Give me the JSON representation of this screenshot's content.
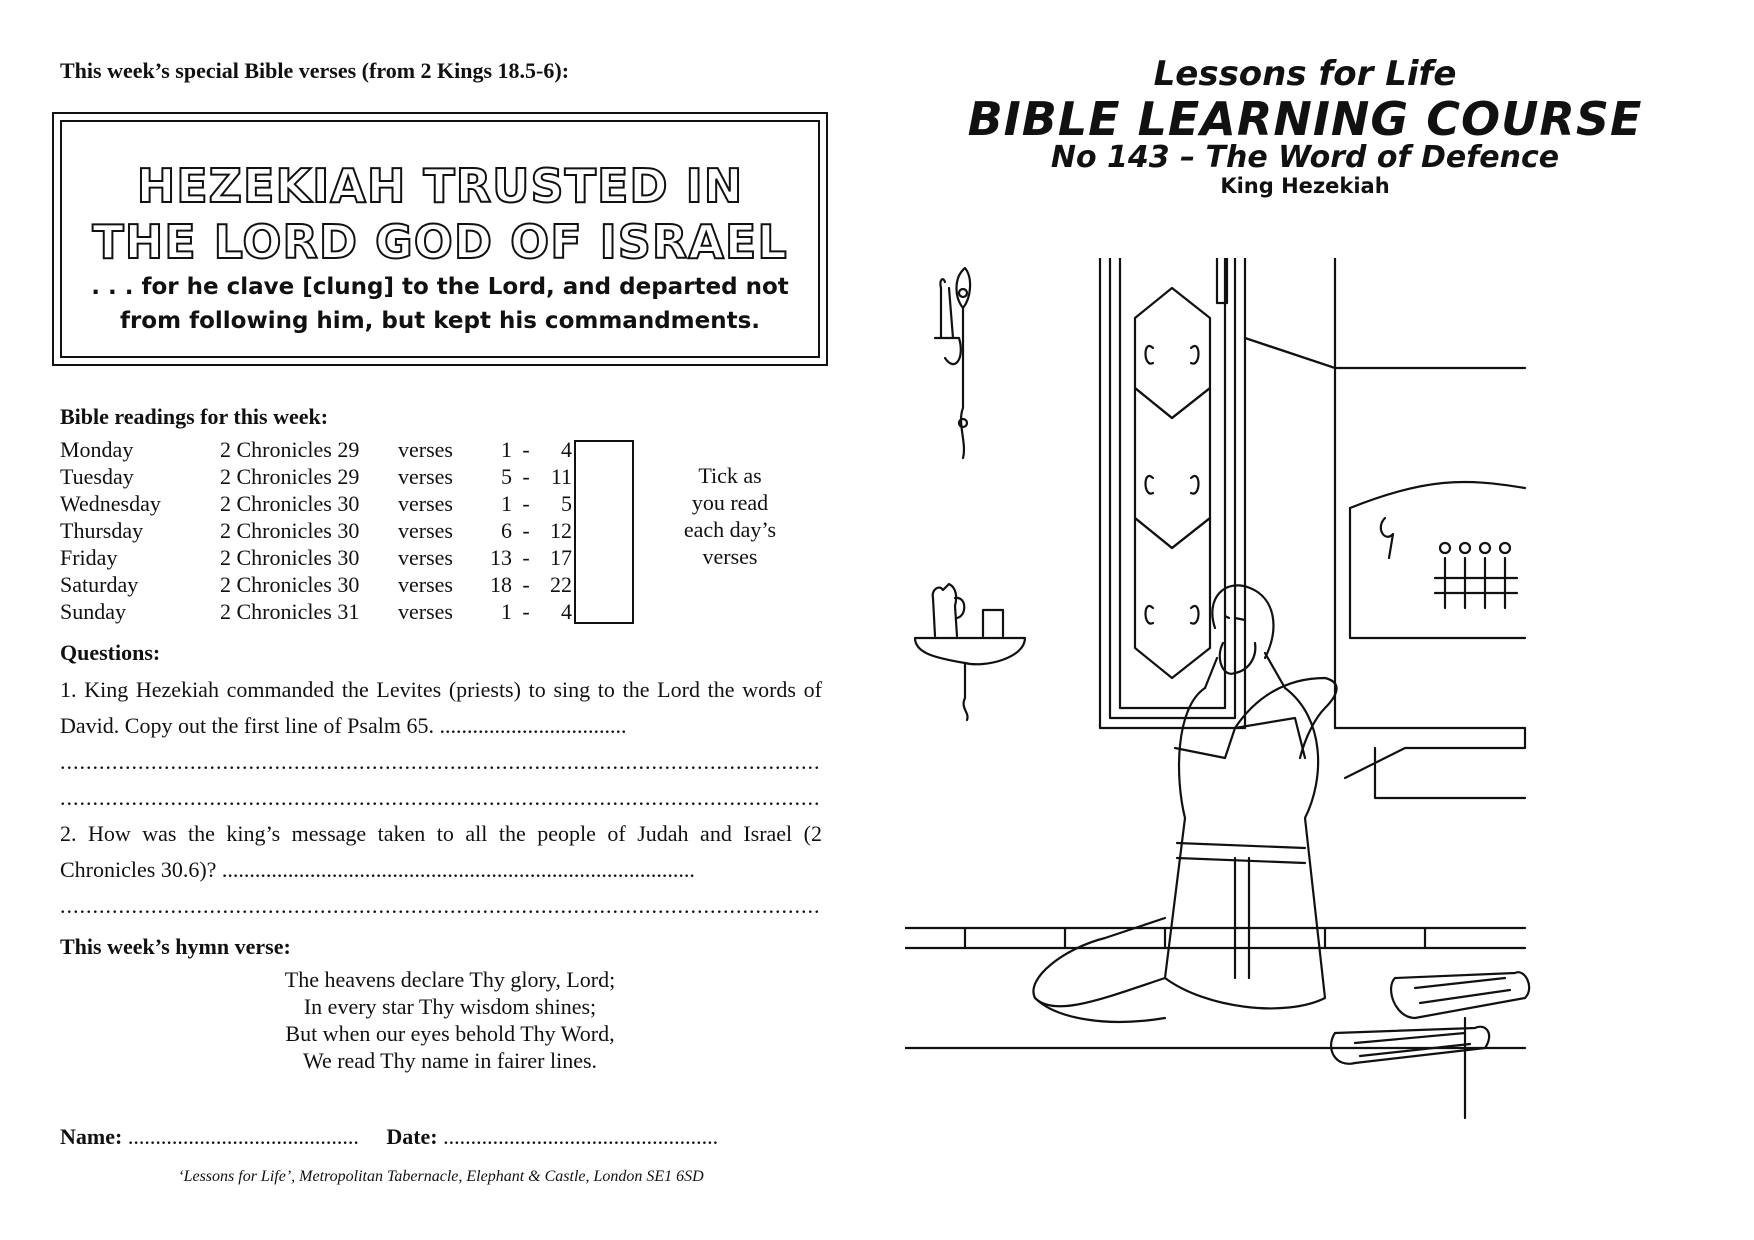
{
  "left": {
    "verses_heading": "This week’s special Bible verses (from 2 Kings 18.5-6):",
    "verse_title_line1": "HEZEKIAH TRUSTED IN",
    "verse_title_line2": "THE LORD GOD OF ISRAEL",
    "verse_sub_line1": ". . . for he clave [clung] to the Lord, and departed not",
    "verse_sub_line2": "from following him, but kept his commandments.",
    "readings_heading": "Bible readings for this week:",
    "readings": [
      {
        "day": "Monday",
        "book": "2 Chronicles 29",
        "verses_word": "verses",
        "from": "1",
        "dash": "-",
        "to": "4"
      },
      {
        "day": "Tuesday",
        "book": "2 Chronicles 29",
        "verses_word": "verses",
        "from": "5",
        "dash": "-",
        "to": "11"
      },
      {
        "day": "Wednesday",
        "book": "2 Chronicles 30",
        "verses_word": "verses",
        "from": "1",
        "dash": "-",
        "to": "5"
      },
      {
        "day": "Thursday",
        "book": "2 Chronicles 30",
        "verses_word": "verses",
        "from": "6",
        "dash": "-",
        "to": "12"
      },
      {
        "day": "Friday",
        "book": "2 Chronicles 30",
        "verses_word": "verses",
        "from": "13",
        "dash": "-",
        "to": "17"
      },
      {
        "day": "Saturday",
        "book": "2 Chronicles 30",
        "verses_word": "verses",
        "from": "18",
        "dash": "-",
        "to": "22"
      },
      {
        "day": "Sunday",
        "book": "2 Chronicles 31",
        "verses_word": "verses",
        "from": "1",
        "dash": "-",
        "to": "4"
      }
    ],
    "tick_line1": "Tick as",
    "tick_line2": "you read",
    "tick_line3": "each day’s",
    "tick_line4": "verses",
    "questions_heading": "Questions:",
    "q1": "1. King Hezekiah commanded the Levites (priests) to sing to the Lord the words of David. Copy out the first line of Psalm 65. ..................................",
    "q2": "2. How was the king’s message taken to all the people of Judah and Israel (2 Chronicles 30.6)? ......................................................................................",
    "dots": "......................................................................................................................................................................",
    "hymn_heading": "This week’s hymn verse:",
    "hymn_line1": "The heavens declare Thy glory, Lord;",
    "hymn_line2": "In every star Thy wisdom shines;",
    "hymn_line3": "But when our eyes behold Thy Word,",
    "hymn_line4": "We read Thy name in fairer lines.",
    "name_label": "Name:",
    "name_dots": "..........................................",
    "date_label": "Date:",
    "date_dots": "..................................................",
    "footer": "‘Lessons for Life’, Metropolitan Tabernacle, Elephant & Castle, London SE1 6SD"
  },
  "right": {
    "title1": "Lessons for Life",
    "title2": "BIBLE LEARNING COURSE",
    "title3": "No 143 – The Word of Defence",
    "title4": "King Hezekiah"
  }
}
